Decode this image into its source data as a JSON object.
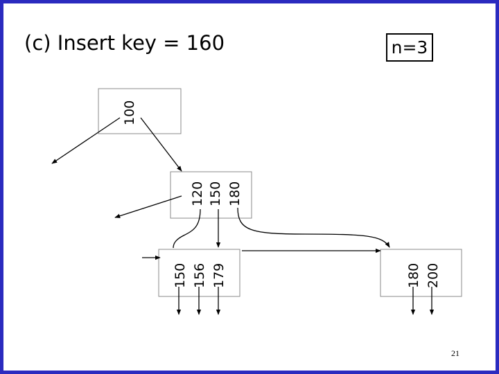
{
  "slide": {
    "title": "(c) Insert key = 160",
    "order_label": "n=3",
    "page_number": "21"
  },
  "tree": {
    "root": {
      "keys": [
        "100"
      ]
    },
    "internal": {
      "keys": [
        "120",
        "150",
        "180"
      ]
    },
    "leaf_left": {
      "keys": [
        "150",
        "156",
        "179"
      ]
    },
    "leaf_right": {
      "keys": [
        "180",
        "200"
      ]
    }
  },
  "colors": {
    "frame": "#2b2bbf",
    "node_border": "#8a8a8a",
    "ink": "#000000"
  }
}
